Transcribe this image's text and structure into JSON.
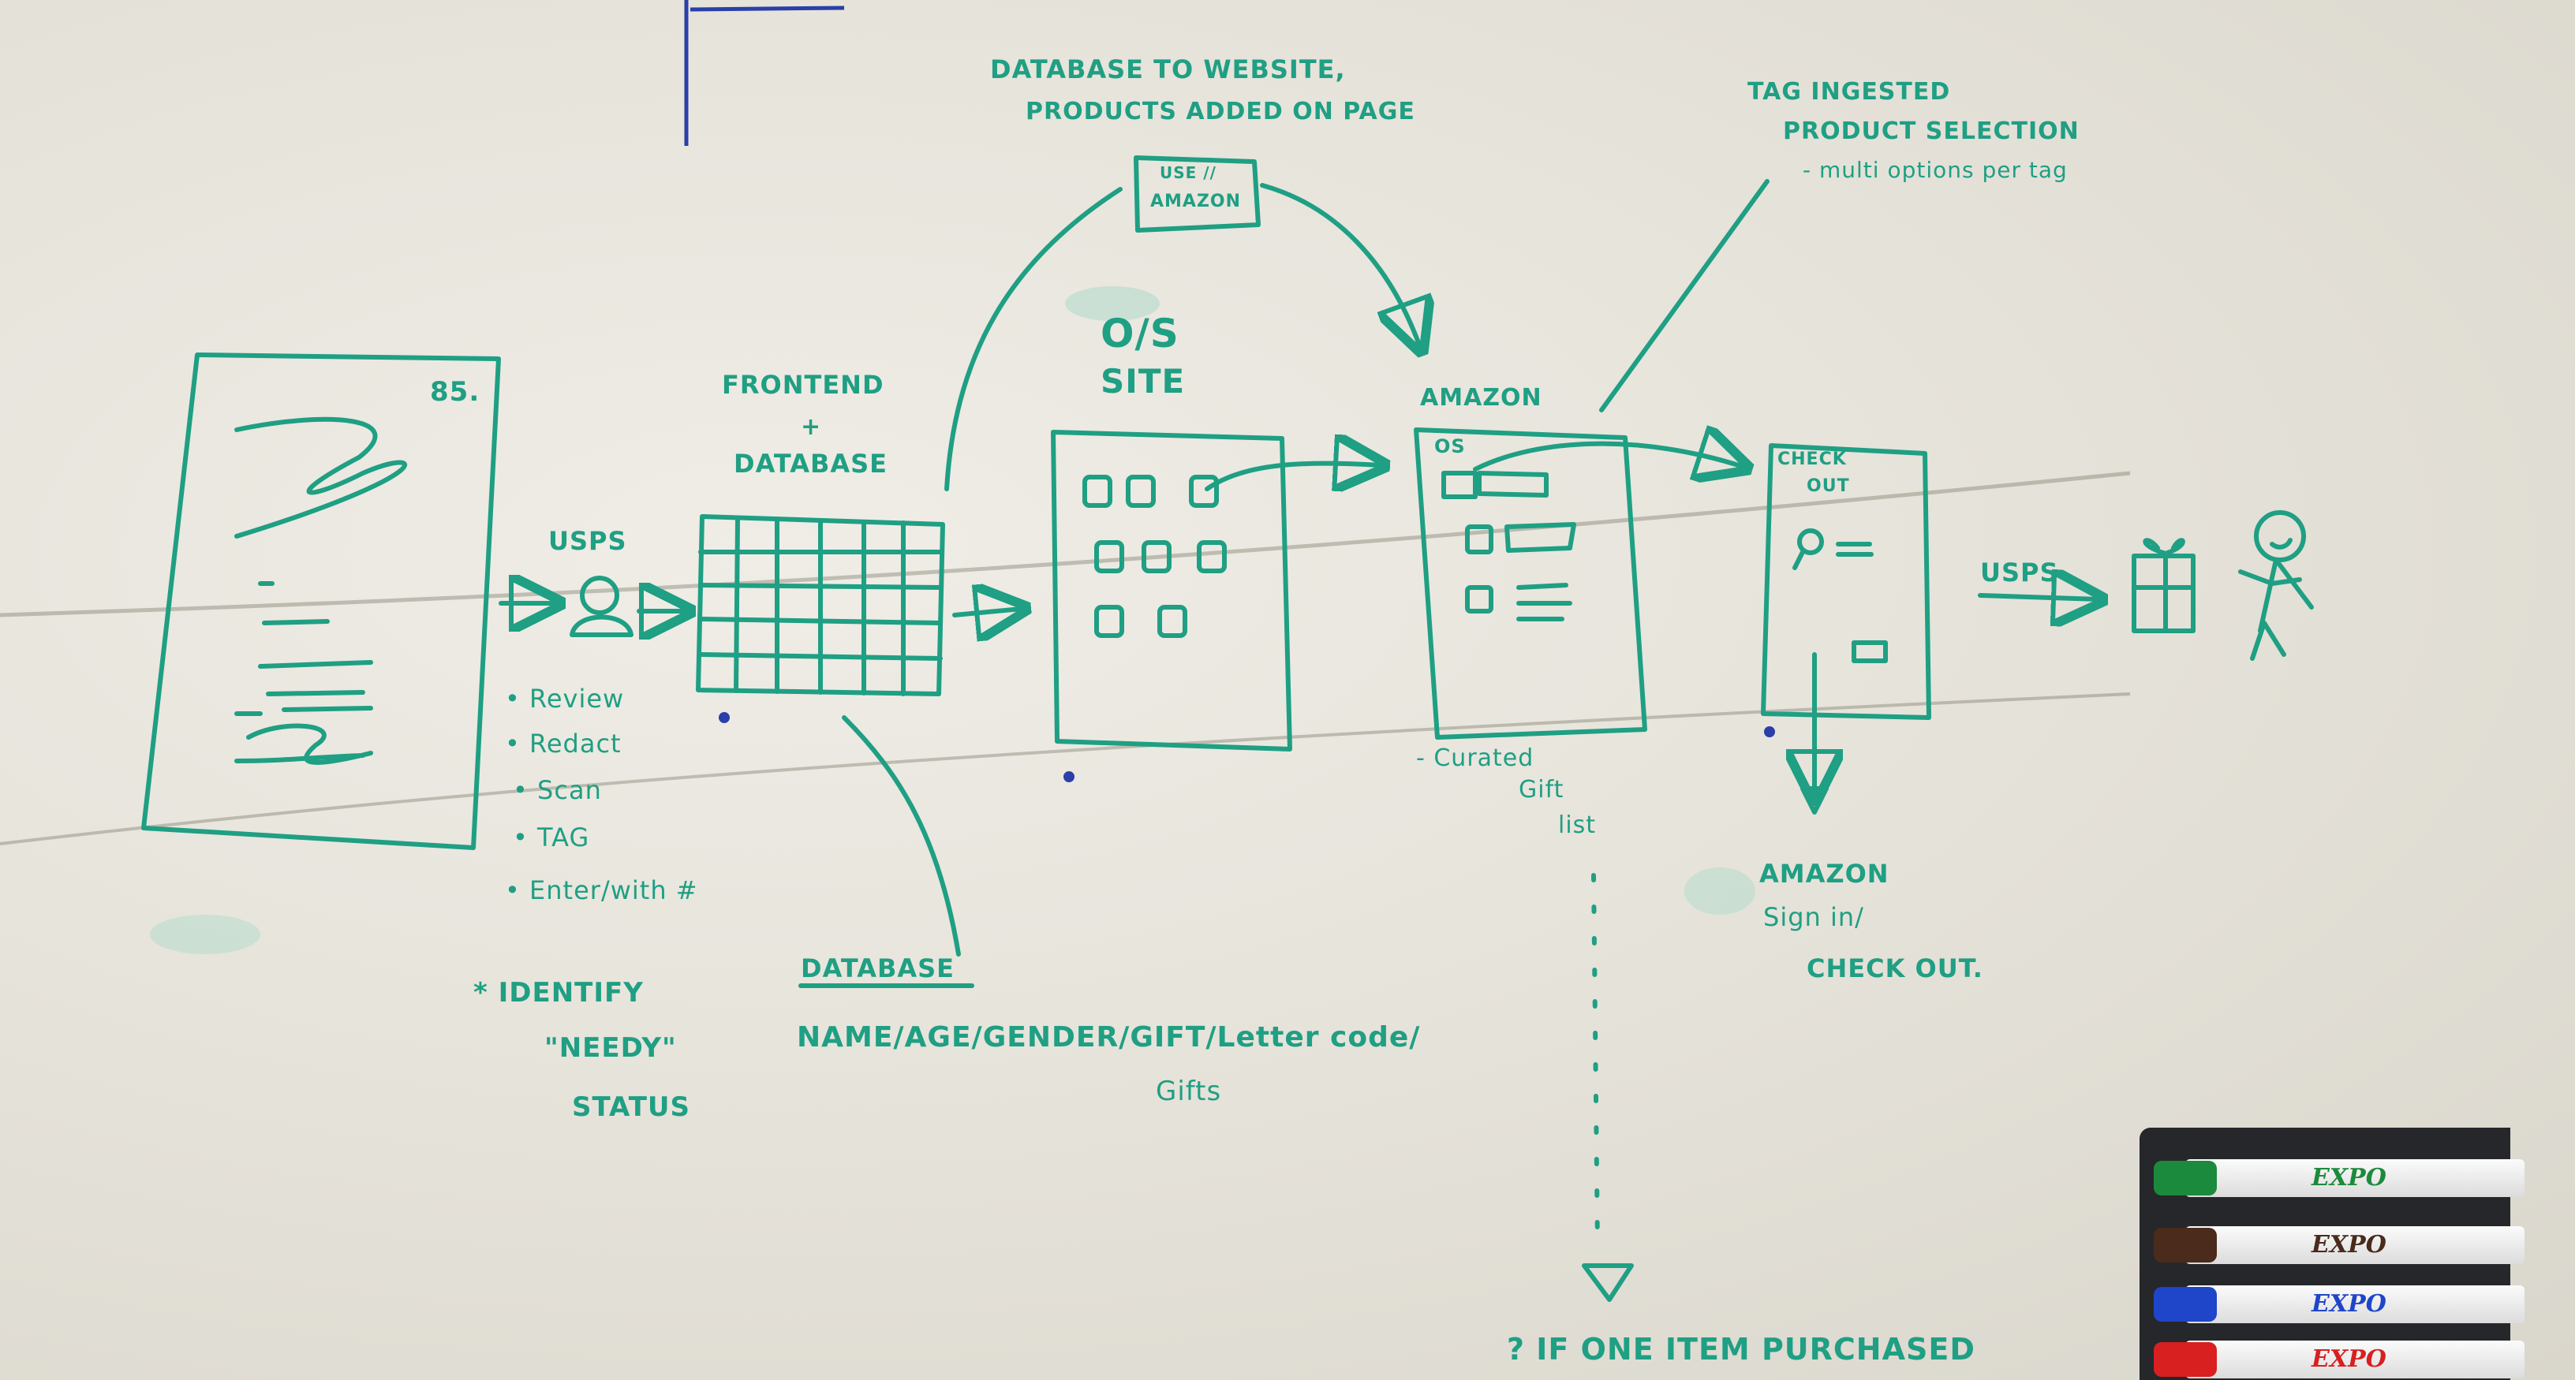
{
  "colors": {
    "ink": "#1f9f83",
    "board": "#e6e3db",
    "blue_ink": "#2a3fa8",
    "marker_green": "#1c8a3c",
    "marker_brown": "#4a2b1c",
    "marker_blue": "#1f45c8",
    "marker_red": "#d82020"
  },
  "labels": {
    "bs": "85.",
    "usps_left": "USPS",
    "frontend_1": "FRONTEND",
    "frontend_2": "+",
    "frontend_3": "DATABASE",
    "os_site_1": "O/S",
    "os_site_2": "SITE",
    "amazon": "AMAZON",
    "amazon_os": "OS",
    "checkout_1": "CHECK",
    "checkout_2": "OUT",
    "usps_right": "USPS",
    "top_note_1": "DATABASE TO WEBSITE,",
    "top_note_2": "PRODUCTS ADDED ON PAGE",
    "top_box_1": "USE //",
    "top_box_2": "AMAZON",
    "tag_note_1": "TAG INGESTED",
    "tag_note_2": "PRODUCT SELECTION",
    "tag_note_3": "- multi options per tag",
    "curated_1": "- Curated",
    "curated_2": "Gift",
    "curated_3": "list",
    "amazon_signin_1": "AMAZON",
    "amazon_signin_2": "Sign in/",
    "amazon_signin_3": "CHECK OUT.",
    "bottom_note": "? IF ONE ITEM PURCHASED",
    "identify_1": "* IDENTIFY",
    "identify_2": "\"NEEDY\"",
    "identify_3": "STATUS",
    "database_title": "DATABASE",
    "database_fields": "NAME/AGE/GENDER/GIFT/Letter code/",
    "database_fields_2": "Gifts"
  },
  "process_steps": [
    "• Review",
    "• Redact",
    "• Scan",
    "• TAG",
    "• Enter/with #"
  ],
  "markers": [
    {
      "brand": "EXPO",
      "color": "green"
    },
    {
      "brand": "EXPO",
      "color": "brown"
    },
    {
      "brand": "EXPO",
      "color": "blue"
    },
    {
      "brand": "EXPO",
      "color": "red"
    }
  ]
}
